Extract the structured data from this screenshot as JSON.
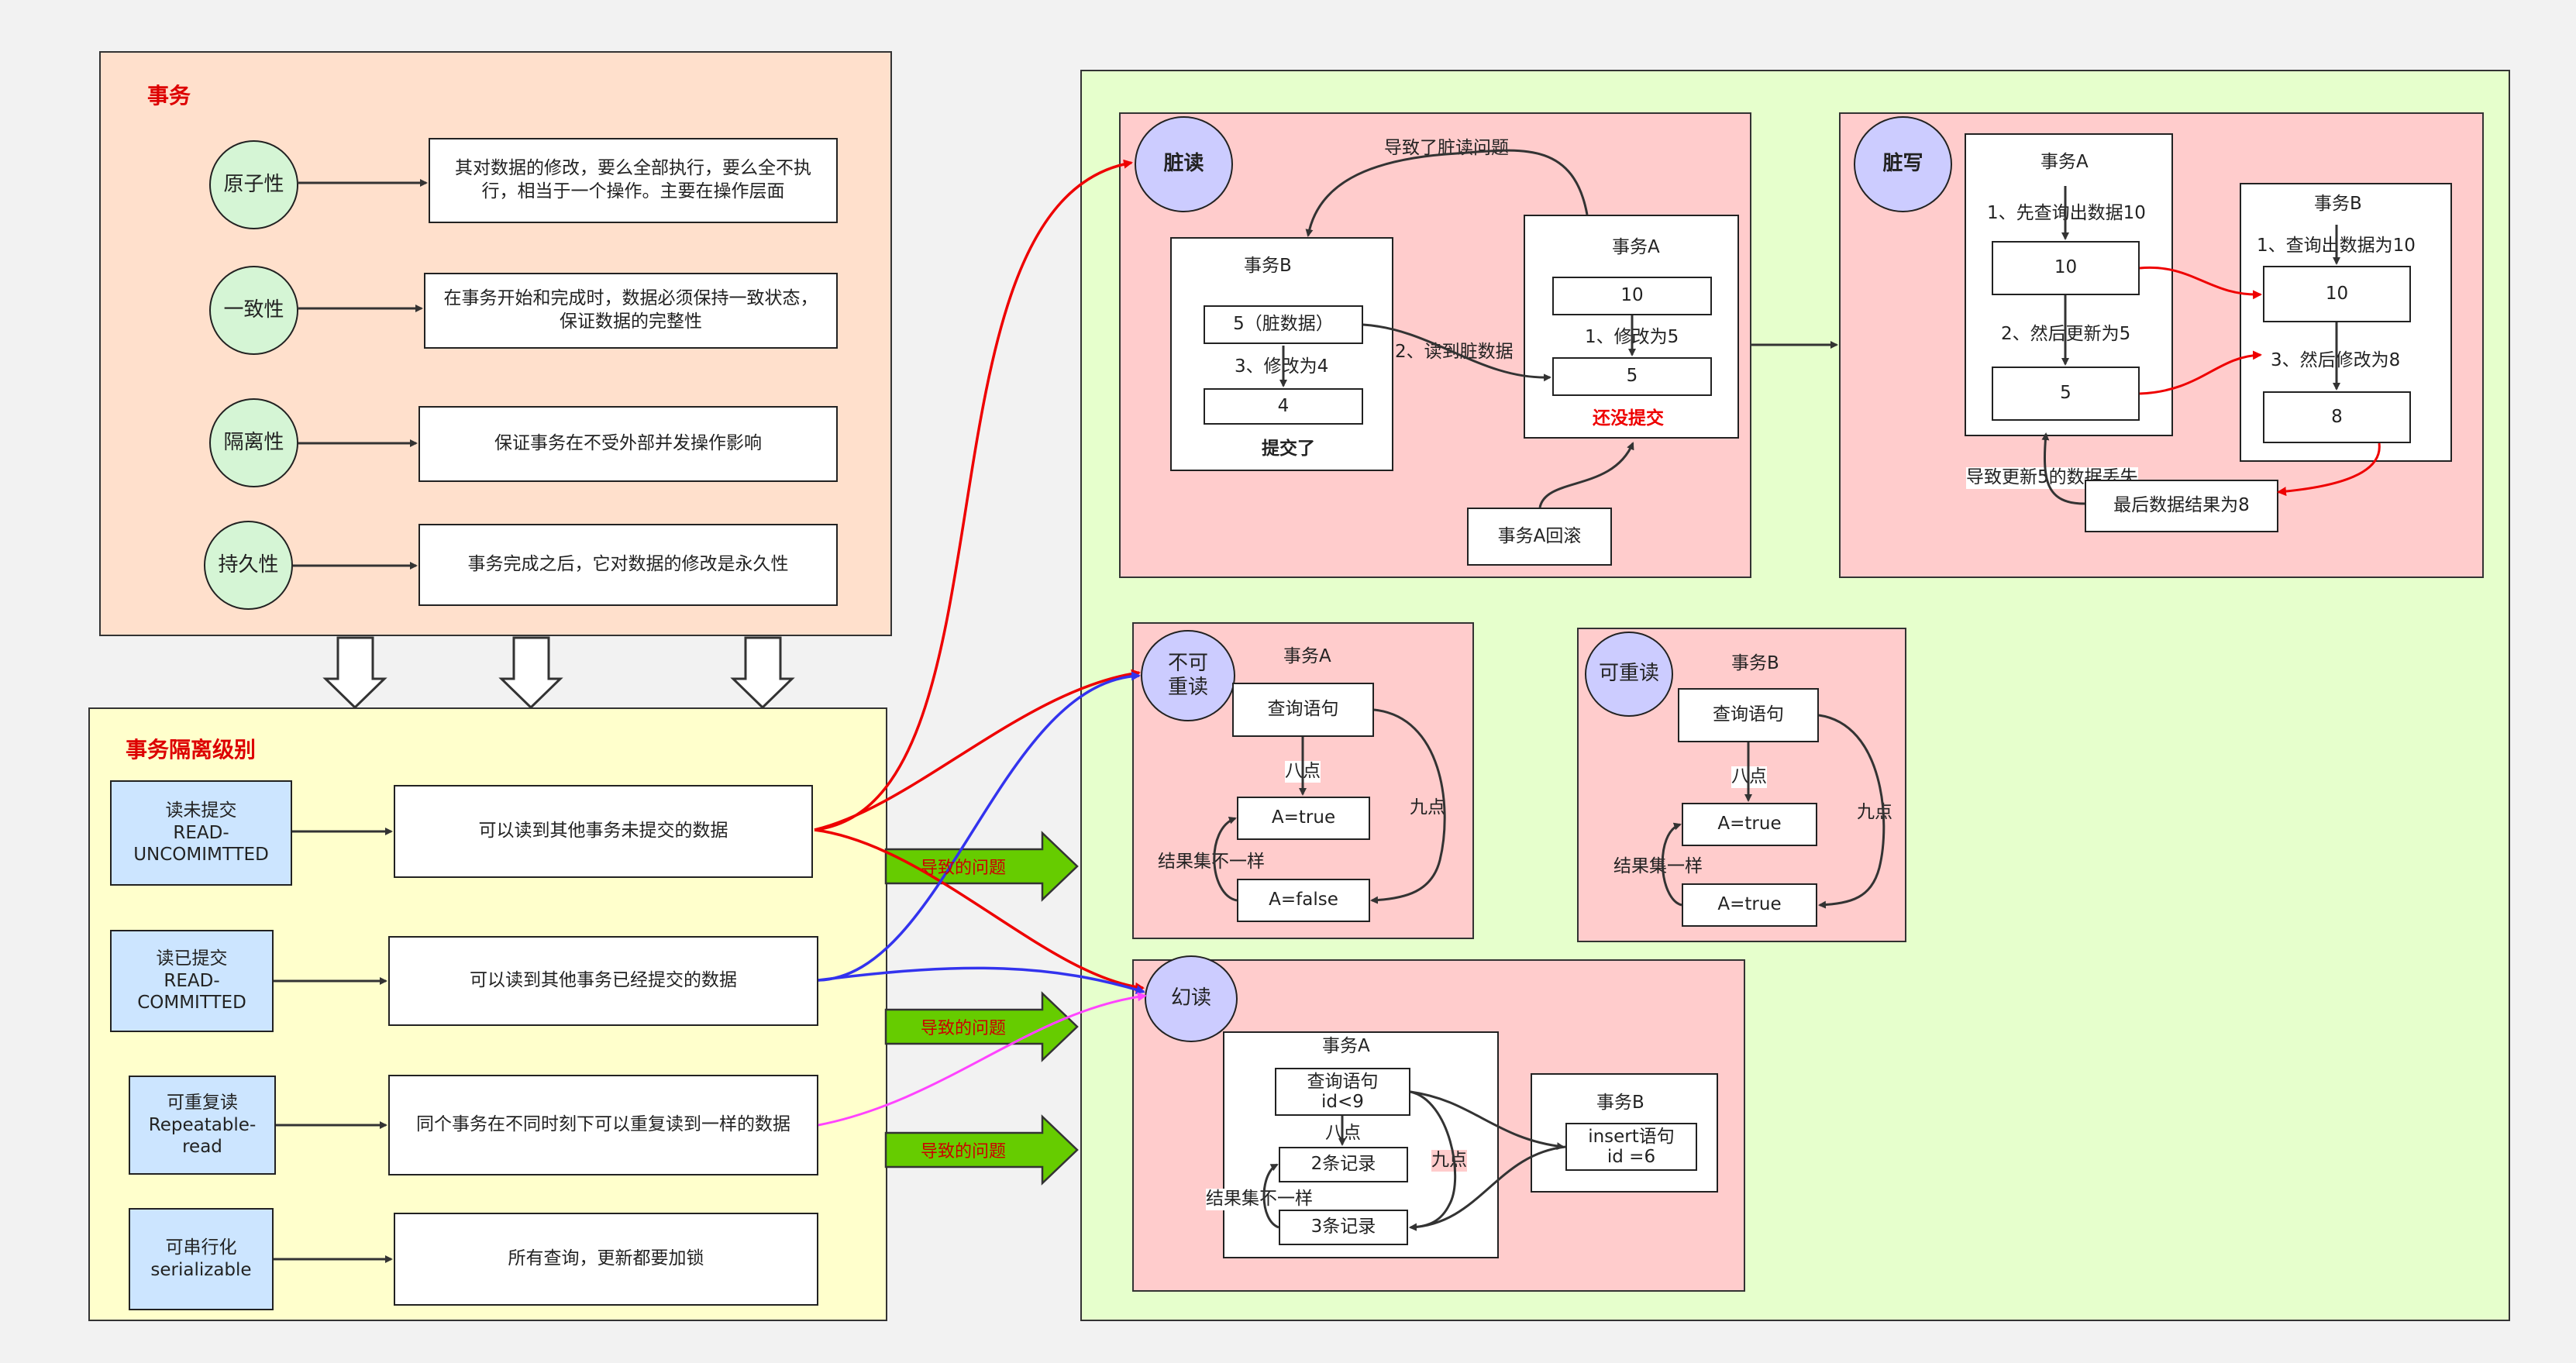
{
  "acid": {
    "title": "事务",
    "items": [
      {
        "name": "原子性",
        "desc": "其对数据的修改，要么全部执行，要么全不执行，相当于一个操作。主要在操作层面"
      },
      {
        "name": "一致性",
        "desc": "在事务开始和完成时，数据必须保持一致状态，保证数据的完整性"
      },
      {
        "name": "隔离性",
        "desc": "保证事务在不受外部并发操作影响"
      },
      {
        "name": "持久性",
        "desc": "事务完成之后，它对数据的修改是永久性"
      }
    ]
  },
  "levels": {
    "title": "事务隔离级别",
    "items": [
      {
        "name": "读未提交\nREAD-\nUNCOMIMTTED",
        "desc": "可以读到其他事务未提交的数据"
      },
      {
        "name": "读已提交\nREAD-\nCOMMITTED",
        "desc": "可以读到其他事务已经提交的数据"
      },
      {
        "name": "可重复读\nRepeatable-\nread",
        "desc": "同个事务在不同时刻下可以重复读到一样的数据"
      },
      {
        "name": "可串行化\nserializable",
        "desc": "所有查询，更新都要加锁"
      }
    ],
    "arrow_label": "导致的问题"
  },
  "dirty_read": {
    "title": "脏读",
    "top_label": "导致了脏读问题",
    "txB": {
      "title": "事务B",
      "v1": "5（脏数据）",
      "step": "3、修改为4",
      "v2": "4",
      "footer": "提交了"
    },
    "read_label": "2、读到脏数据",
    "txA": {
      "title": "事务A",
      "v1": "10",
      "step": "1、修改为5",
      "v2": "5",
      "footer": "还没提交"
    },
    "rollback": "事务A回滚"
  },
  "dirty_write": {
    "title": "脏写",
    "txA": {
      "title": "事务A",
      "step1": "1、先查询出数据10",
      "v1": "10",
      "step2": "2、然后更新为5",
      "v2": "5"
    },
    "txB": {
      "title": "事务B",
      "step1": "1、查询出数据为10",
      "v1": "10",
      "step2": "3、然后修改为8",
      "v2": "8"
    },
    "lost_label": "导致更新5的数据丢失",
    "result": "最后数据结果为8"
  },
  "non_repeatable": {
    "title": "不可重读",
    "tx": "事务A",
    "query": "查询语句",
    "t8": "八点",
    "t9": "九点",
    "r1": "A=true",
    "r2": "A=false",
    "diff": "结果集不一样"
  },
  "repeatable": {
    "title": "可重读",
    "tx": "事务B",
    "query": "查询语句",
    "t8": "八点",
    "t9": "九点",
    "r1": "A=true",
    "r2": "A=true",
    "diff": "结果集一样"
  },
  "phantom": {
    "title": "幻读",
    "txA": {
      "title": "事务A",
      "query": "查询语句\nid<9",
      "t8": "八点",
      "r1": "2条记录",
      "r2": "3条记录",
      "diff": "结果集不一样"
    },
    "t9": "九点",
    "txB": {
      "title": "事务B",
      "insert": "insert语句\nid =6"
    }
  },
  "colors": {
    "acid_bg": "#ffe0cc",
    "levels_bg": "#ffffcc",
    "problems_bg": "#e6ffcc",
    "pink": "#ffcccc",
    "level_box": "#cce5ff",
    "arrow_green": "#66cc00",
    "red": "#ee0000",
    "blue": "#3333ee",
    "magenta": "#ff44ff"
  }
}
